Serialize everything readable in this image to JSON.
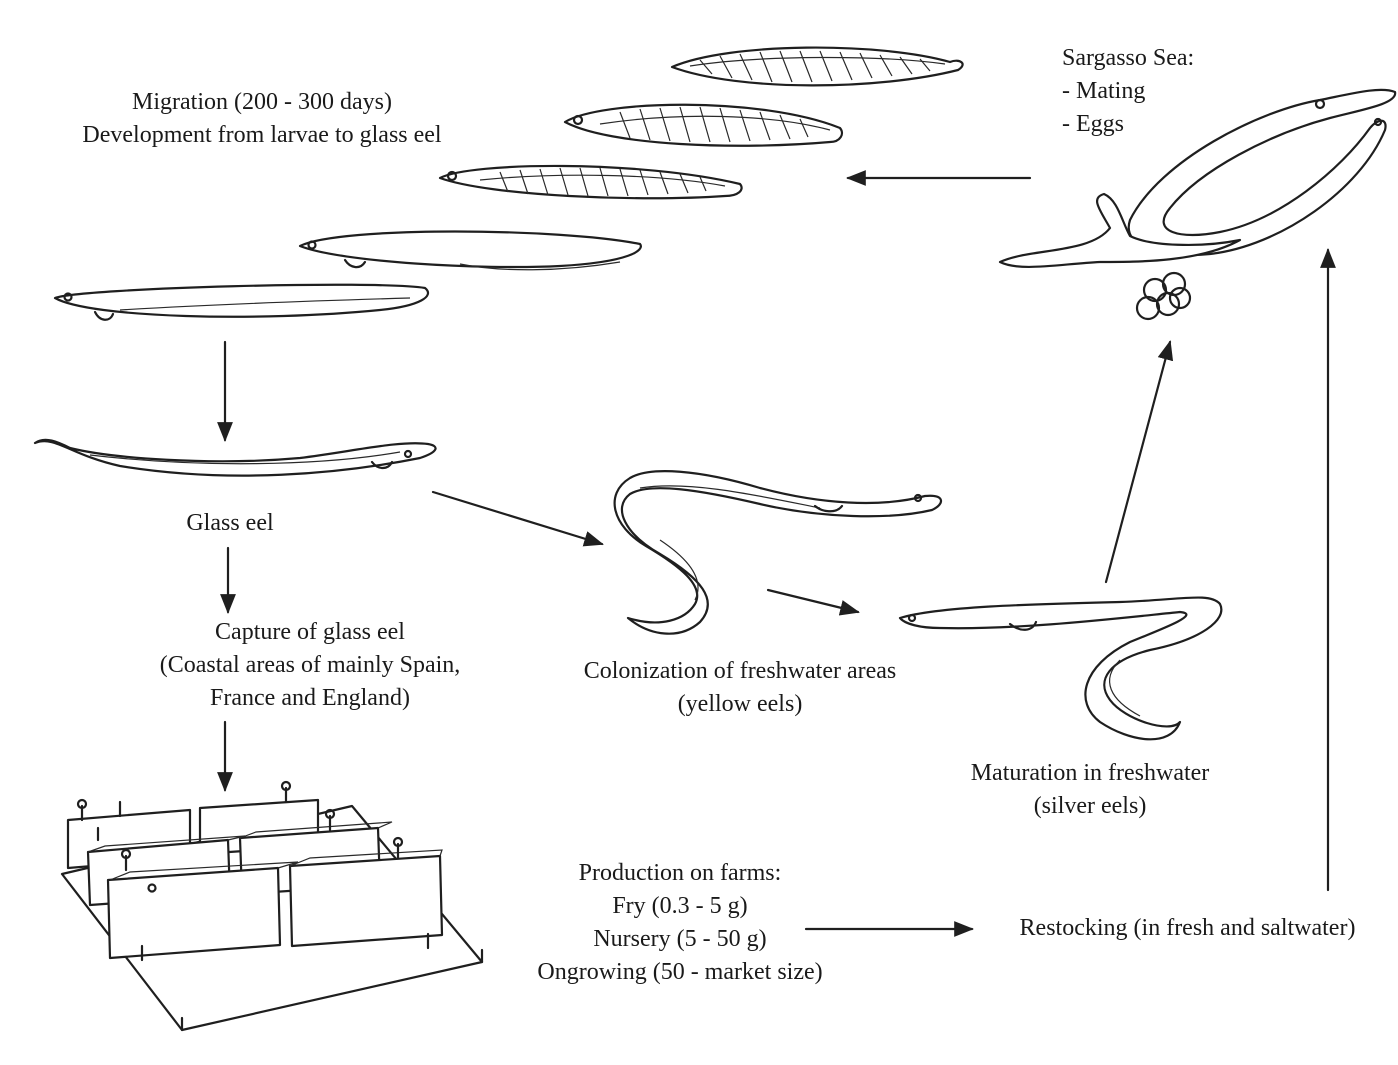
{
  "labels": {
    "migration": {
      "line1": "Migration (200 - 300 days)",
      "line2": "Development from larvae to glass eel"
    },
    "sargasso": {
      "line1": "Sargasso Sea:",
      "line2": "- Mating",
      "line3": "- Eggs"
    },
    "glass_eel": "Glass eel",
    "capture": {
      "line1": "Capture of glass eel",
      "line2": "(Coastal areas of mainly Spain,",
      "line3": "France and England)"
    },
    "colonization": {
      "line1": "Colonization of freshwater areas",
      "line2": "(yellow eels)"
    },
    "maturation": {
      "line1": "Maturation in freshwater",
      "line2": "(silver eels)"
    },
    "production": {
      "line1": "Production on farms:",
      "line2": "Fry (0.3 - 5 g)",
      "line3": "Nursery (5 - 50 g)",
      "line4": "Ongrowing (50 - market size)"
    },
    "restocking": "Restocking (in fresh and saltwater)"
  }
}
